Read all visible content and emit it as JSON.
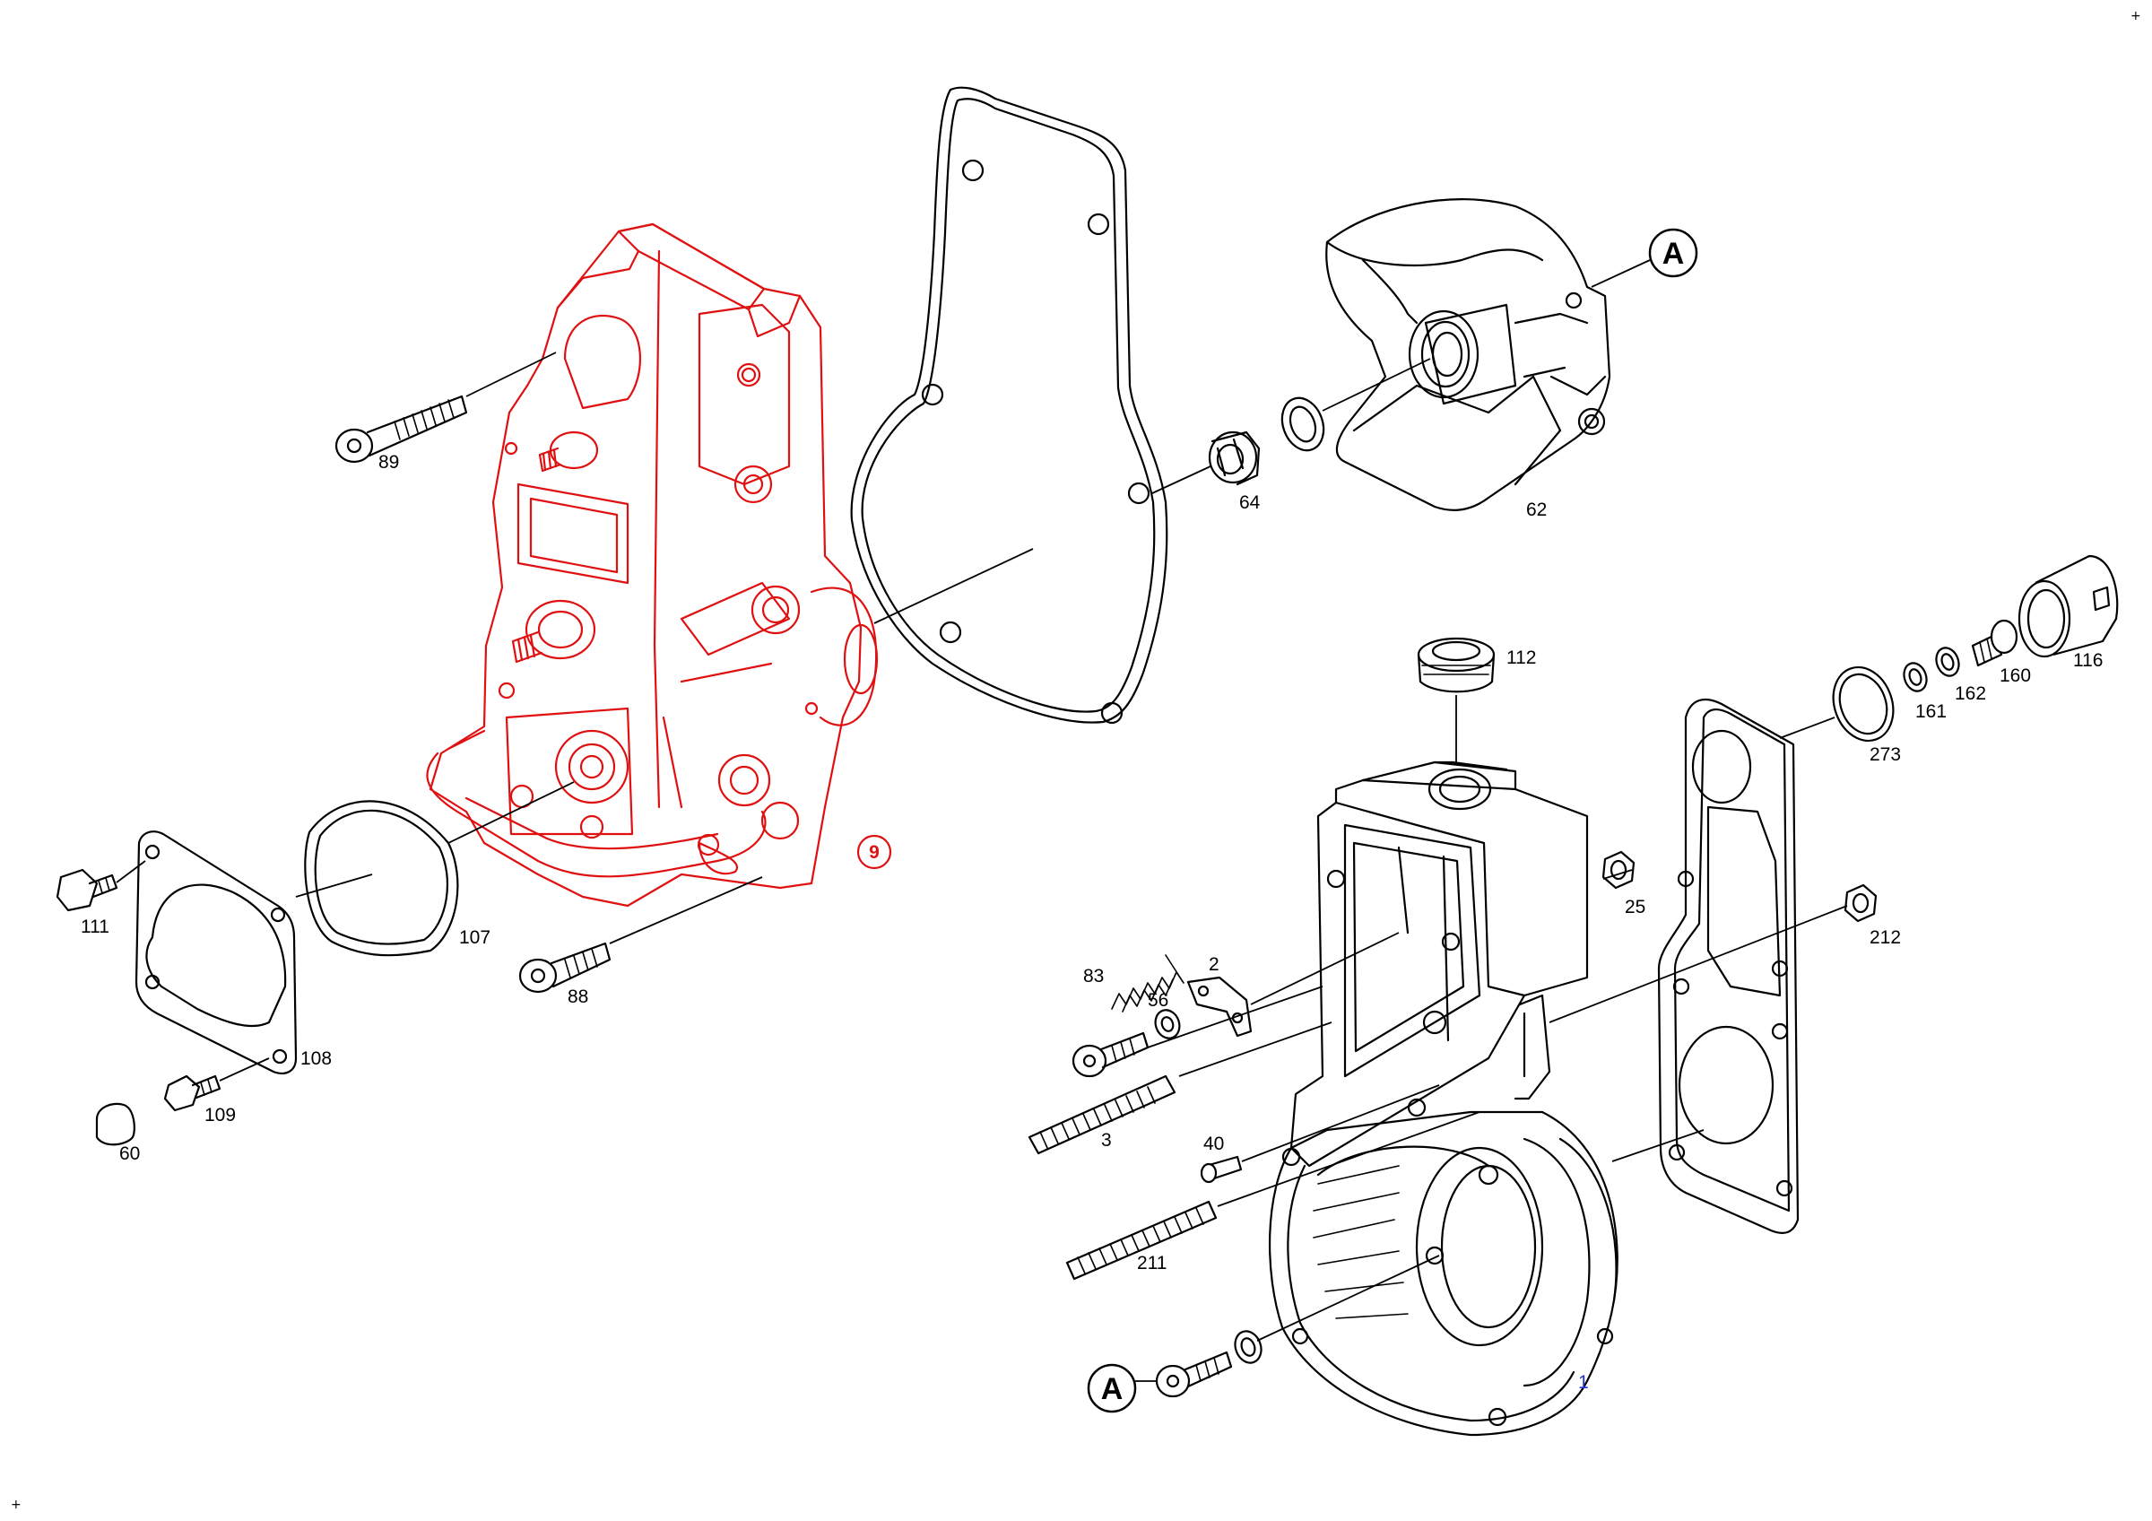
{
  "corner_marks": {
    "top_right": "+",
    "bottom_left": "+"
  },
  "highlight_color": "#e01010",
  "callouts": [
    {
      "id": "callout-a-top",
      "text": "A"
    },
    {
      "id": "callout-a-bottom",
      "text": "A"
    }
  ],
  "highlighted_label": "9",
  "item_number": "1",
  "part_labels": [
    {
      "id": "89",
      "text": "89"
    },
    {
      "id": "64",
      "text": "64"
    },
    {
      "id": "62",
      "text": "62"
    },
    {
      "id": "112",
      "text": "112"
    },
    {
      "id": "116",
      "text": "116"
    },
    {
      "id": "160",
      "text": "160"
    },
    {
      "id": "162",
      "text": "162"
    },
    {
      "id": "161",
      "text": "161"
    },
    {
      "id": "273",
      "text": "273"
    },
    {
      "id": "25",
      "text": "25"
    },
    {
      "id": "212",
      "text": "212"
    },
    {
      "id": "111",
      "text": "111"
    },
    {
      "id": "107",
      "text": "107"
    },
    {
      "id": "88",
      "text": "88"
    },
    {
      "id": "108",
      "text": "108"
    },
    {
      "id": "109",
      "text": "109"
    },
    {
      "id": "60",
      "text": "60"
    },
    {
      "id": "83",
      "text": "83"
    },
    {
      "id": "2",
      "text": "2"
    },
    {
      "id": "56",
      "text": "56"
    },
    {
      "id": "3",
      "text": "3"
    },
    {
      "id": "40",
      "text": "40"
    },
    {
      "id": "211",
      "text": "211"
    }
  ]
}
